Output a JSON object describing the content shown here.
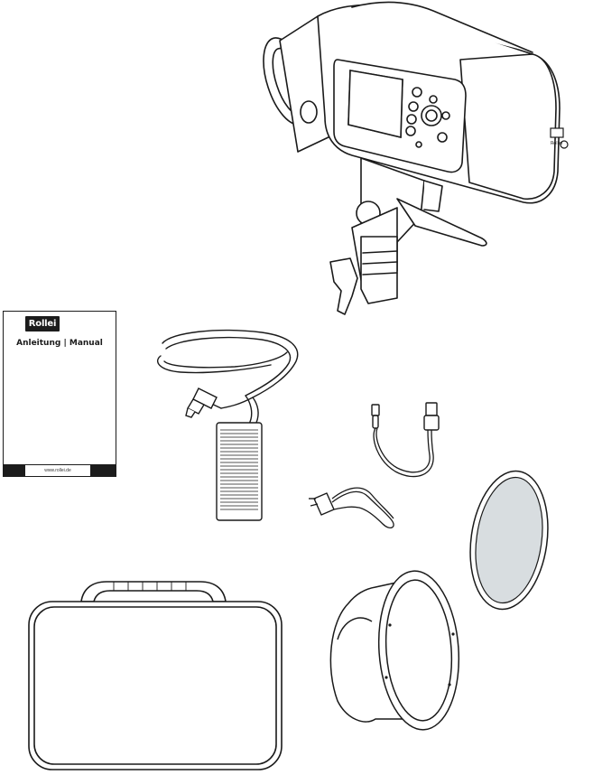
{
  "manual": {
    "logo": "Rollei",
    "title": "Anleitung | Manual",
    "url": "www.rollei.de"
  },
  "flash_unit": {
    "side_label": "Rollei"
  },
  "items": {
    "flash_unit_icon": "studio-flash-head",
    "power_adapter_icon": "power-adapter",
    "usb_cable_icon": "usb-cable",
    "power_cord_icon": "eu-power-cord",
    "diffuser_icon": "diffuser-disc",
    "reflector_icon": "standard-reflector",
    "case_icon": "carry-case"
  }
}
